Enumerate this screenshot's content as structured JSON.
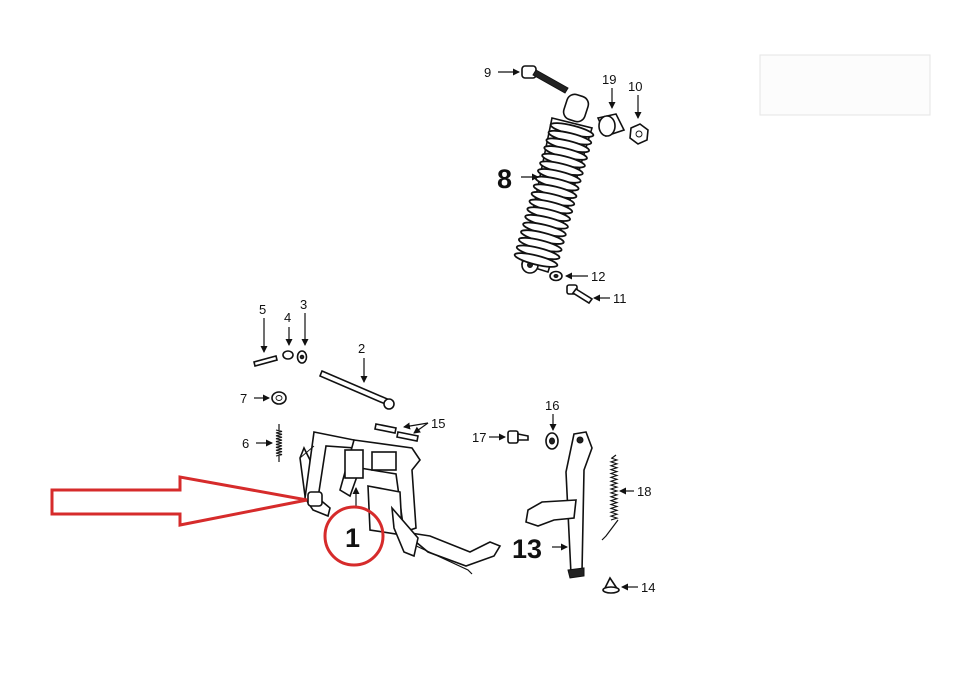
{
  "callouts": {
    "c1": "1",
    "c2": "2",
    "c3": "3",
    "c4": "4",
    "c5": "5",
    "c6": "6",
    "c7": "7",
    "c8": "8",
    "c9": "9",
    "c10": "10",
    "c11": "11",
    "c12": "12",
    "c13": "13",
    "c14": "14",
    "c15": "15",
    "c16": "16",
    "c17": "17",
    "c18": "18",
    "c19": "19"
  },
  "highlight": {
    "target": "1",
    "color": "#d62b2b"
  },
  "colors": {
    "ink": "#111111",
    "highlight": "#d62b2b",
    "background": "#ffffff"
  }
}
